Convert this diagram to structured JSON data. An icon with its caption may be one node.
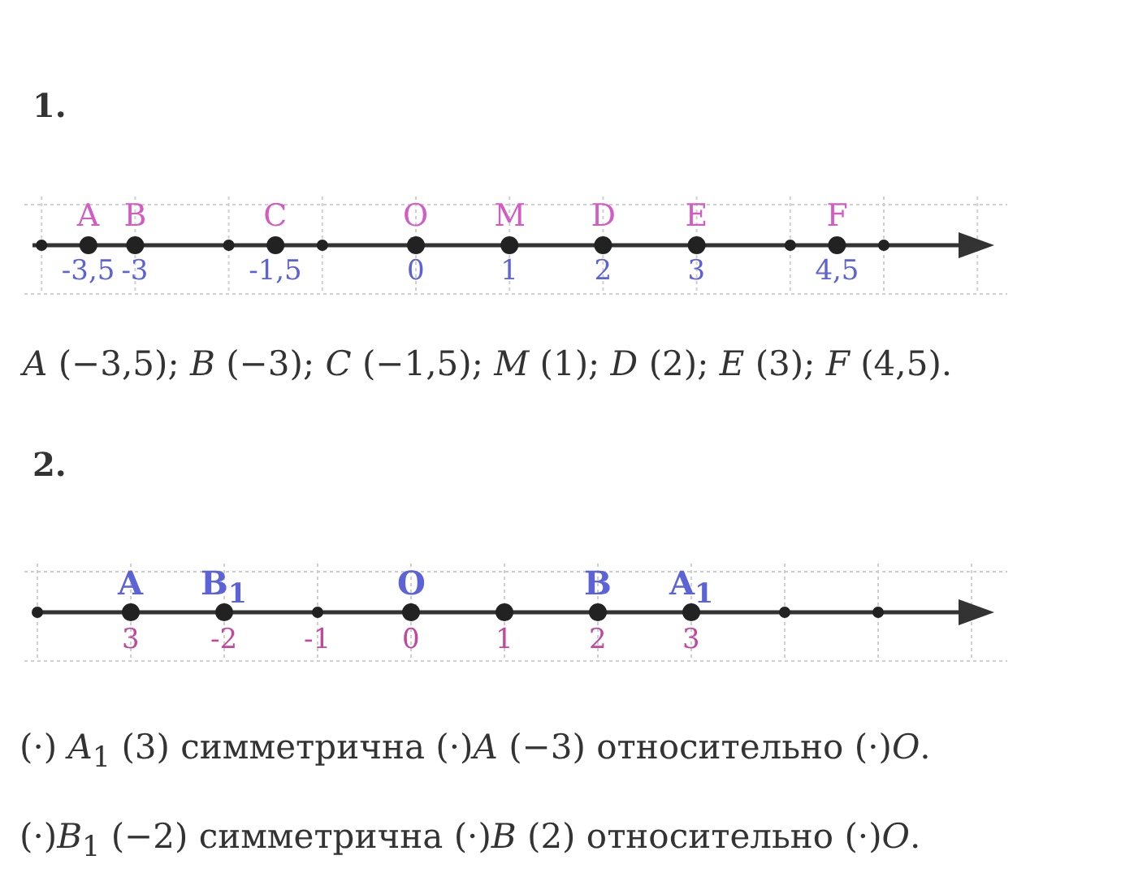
{
  "diagram": {
    "labels": [
      "1.",
      "A",
      "B",
      "C",
      "O",
      "M",
      "D",
      "E",
      "F",
      "-3,5",
      "-3",
      "-1,5",
      "0",
      "1",
      "2",
      "3",
      "4,5",
      "*A* (−3,5);  *B* (−3);  *C* (−1,5);  *M* (1); *D* (2); *E* (3);  *F* (4,5).",
      "2.",
      "A",
      "B$_{1}$",
      "O",
      "B",
      "A$_{1}$",
      "3",
      "-2",
      "-1",
      "0",
      "1",
      "2",
      "3",
      "(·) *A*$_{1}$ (3) симметрична (·)*A* (−3) относительно (·)*O*.",
      "(·)*B*$_{1}$ (−2) симметрична (·)*B* (2) относительно (·)*O*."
    ]
  }
}
